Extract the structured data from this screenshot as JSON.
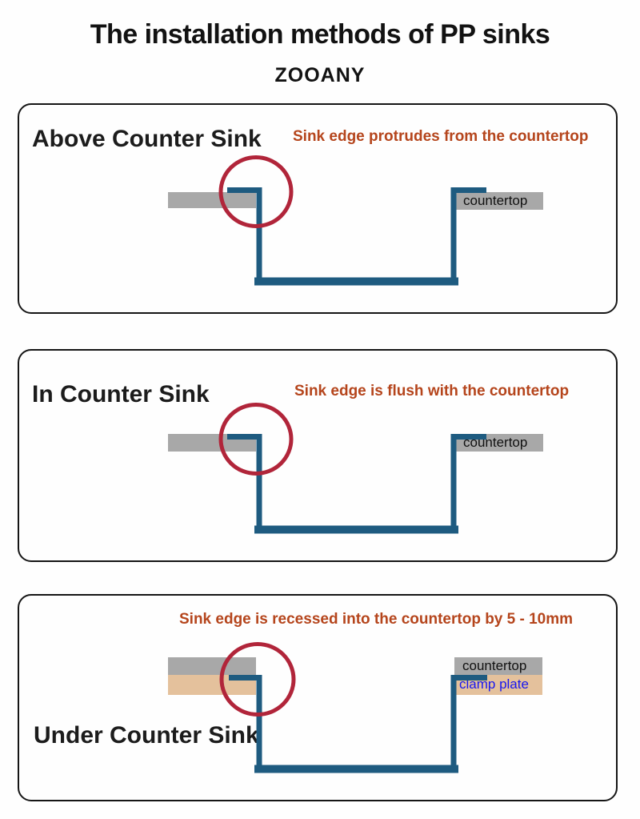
{
  "header": {
    "title": "The installation methods of PP sinks",
    "brand": "ZOOANY"
  },
  "colors": {
    "sink": "#1e5b80",
    "gray": "#a8a8a8",
    "tan": "#e4c19c",
    "red": "#b1253a",
    "caption": "#b5451c",
    "clamp_text": "#1616f0"
  },
  "panels": [
    {
      "title": "Above Counter Sink",
      "caption": "Sink edge protrudes from the countertop",
      "countertop_label": "countertop"
    },
    {
      "title": "In Counter Sink",
      "caption": "Sink edge is flush with the countertop",
      "countertop_label": "countertop"
    },
    {
      "title": "Under Counter Sink",
      "caption": "Sink edge is recessed into the countertop by 5 - 10mm",
      "countertop_label": "countertop",
      "clamp_label": "clamp plate"
    }
  ]
}
